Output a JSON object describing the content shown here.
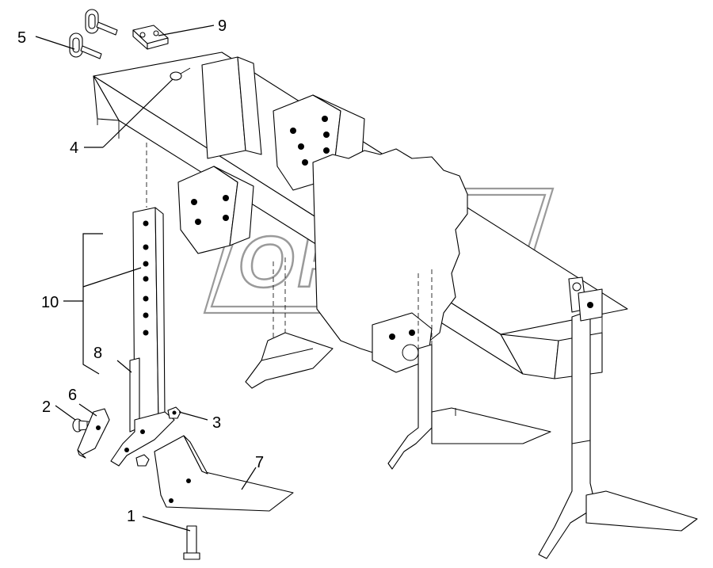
{
  "diagram": {
    "callouts": [
      {
        "id": "c1",
        "label": "1"
      },
      {
        "id": "c2",
        "label": "2"
      },
      {
        "id": "c3",
        "label": "3"
      },
      {
        "id": "c4",
        "label": "4"
      },
      {
        "id": "c5",
        "label": "5"
      },
      {
        "id": "c6",
        "label": "6"
      },
      {
        "id": "c7",
        "label": "7"
      },
      {
        "id": "c8",
        "label": "8"
      },
      {
        "id": "c9",
        "label": "9"
      },
      {
        "id": "c10",
        "label": "10"
      }
    ],
    "watermark": "OPEX"
  }
}
